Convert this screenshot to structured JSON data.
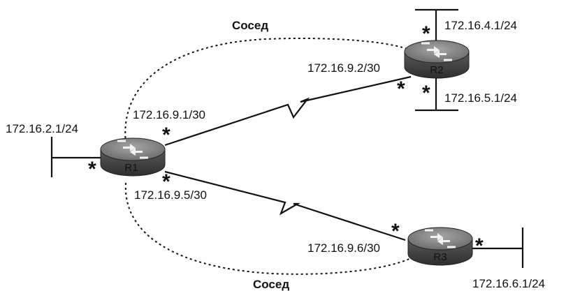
{
  "neighbor_labels": {
    "top": "Сосед",
    "bottom": "Сосед"
  },
  "routers": [
    {
      "name": "R1"
    },
    {
      "name": "R2"
    },
    {
      "name": "R3"
    }
  ],
  "interfaces": {
    "r1_lan": "172.16.2.1/24",
    "r1_to_r2": "172.16.9.1/30",
    "r1_to_r3": "172.16.9.5/30",
    "r2_to_r1": "172.16.9.2/30",
    "r2_lan_a": "172.16.4.1/24",
    "r2_lan_b": "172.16.5.1/24",
    "r3_to_r1": "172.16.9.6/30",
    "r3_lan": "172.16.6.1/24"
  },
  "marker": "*",
  "colors": {
    "line": "#111111",
    "router_body": "#5e5e5e",
    "router_top": "#8a8a8a",
    "router_side": "#3a3a3a"
  }
}
